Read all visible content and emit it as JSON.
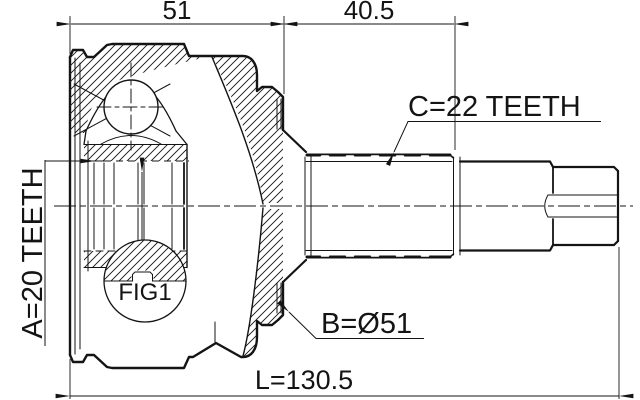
{
  "drawing": {
    "dims": {
      "housing_width": "51",
      "spline_length": "40.5",
      "total_length": "L=130.5"
    },
    "labels": {
      "inner_spline": "A=20 TEETH",
      "outer_spline": "C=22 TEETH",
      "outer_diameter": "B=Ø51",
      "figure": "FIG1"
    },
    "colors": {
      "line": "#141414",
      "background": "#ffffff"
    }
  }
}
